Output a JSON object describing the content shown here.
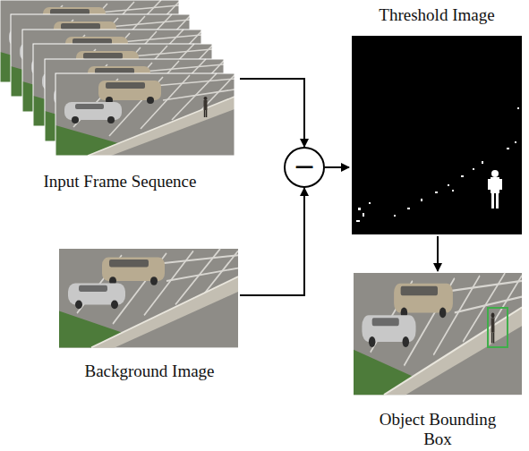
{
  "diagram": {
    "nodes": [
      {
        "text": [
          "Input Frame Sequence"
        ]
      },
      {
        "text": [
          "−"
        ]
      },
      {
        "text": [
          "Background Image"
        ]
      },
      {
        "text": [
          "Threshold Image"
        ]
      },
      {
        "text": [
          "Object Bounding Box"
        ]
      }
    ],
    "edges": [
      {
        "from": 0,
        "to": 1,
        "arrow": "to"
      },
      {
        "from": 2,
        "to": 1,
        "arrow": "to"
      },
      {
        "from": 1,
        "to": 3,
        "arrow": "to"
      },
      {
        "from": 3,
        "to": 4,
        "arrow": "to"
      }
    ]
  }
}
